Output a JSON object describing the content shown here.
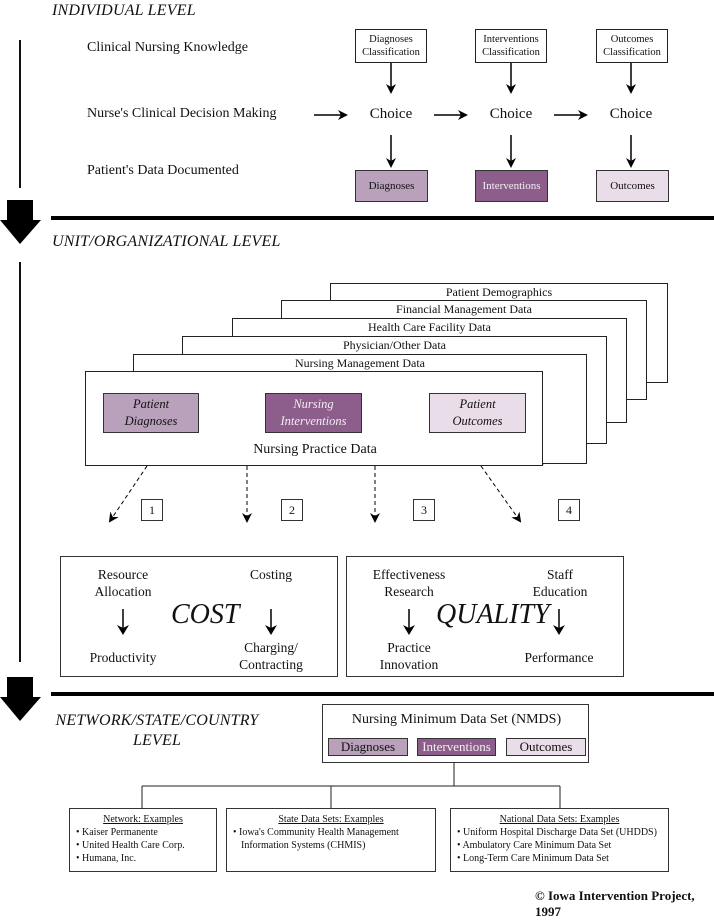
{
  "levels": {
    "individual": "INDIVIDUAL LEVEL",
    "unit": "UNIT/ORGANIZATIONAL LEVEL",
    "network_line1": "NETWORK/STATE/COUNTRY",
    "network_line2": "LEVEL"
  },
  "individual": {
    "rows": [
      "Clinical Nursing Knowledge",
      "Nurse's Clinical Decision Making",
      "Patient's Data Documented"
    ],
    "classifications": [
      {
        "line1": "Diagnoses",
        "line2": "Classification"
      },
      {
        "line1": "Interventions",
        "line2": "Classification"
      },
      {
        "line1": "Outcomes",
        "line2": "Classification"
      }
    ],
    "choice": "Choice",
    "documented": [
      "Diagnoses",
      "Interventions",
      "Outcomes"
    ]
  },
  "unit": {
    "stack_layers": [
      "Patient Demographics",
      "Financial Management Data",
      "Health Care Facility Data",
      "Physician/Other Data",
      "Nursing Management Data"
    ],
    "practice_title": "Nursing Practice Data",
    "practice_boxes": [
      {
        "line1": "Patient",
        "line2": "Diagnoses"
      },
      {
        "line1": "Nursing",
        "line2": "Interventions"
      },
      {
        "line1": "Patient",
        "line2": "Outcomes"
      }
    ],
    "numbers": [
      "1",
      "2",
      "3",
      "4"
    ]
  },
  "cost": {
    "title": "COST",
    "left_top": [
      "Resource",
      "Allocation"
    ],
    "left_bottom": "Productivity",
    "right_top": "Costing",
    "right_bottom": [
      "Charging/",
      "Contracting"
    ]
  },
  "quality": {
    "title": "QUALITY",
    "left_top": [
      "Effectiveness",
      "Research"
    ],
    "left_bottom": [
      "Practice",
      "Innovation"
    ],
    "right_top": [
      "Staff",
      "Education"
    ],
    "right_bottom": "Performance"
  },
  "network": {
    "nmds_title": "Nursing Minimum Data Set (NMDS)",
    "nmds_items": [
      "Diagnoses",
      "Interventions",
      "Outcomes"
    ],
    "examples": [
      {
        "title": "Network: Examples",
        "items": [
          "• Kaiser Permanente",
          "• United Health Care Corp.",
          "• Humana, Inc."
        ]
      },
      {
        "title": "State Data Sets: Examples",
        "items": [
          "• Iowa's Community Health Management",
          "Information Systems (CHMIS)"
        ]
      },
      {
        "title": "National Data Sets: Examples",
        "items": [
          "• Uniform Hospital Discharge Data Set (UHDDS)",
          "• Ambulatory Care Minimum Data Set",
          "• Long-Term Care Minimum Data Set"
        ]
      }
    ]
  },
  "copyright": "© Iowa Intervention Project, 1997",
  "colors": {
    "diagnoses": "#b9a0bb",
    "interventions": "#8d5d8c",
    "outcomes": "#e8dde8"
  }
}
